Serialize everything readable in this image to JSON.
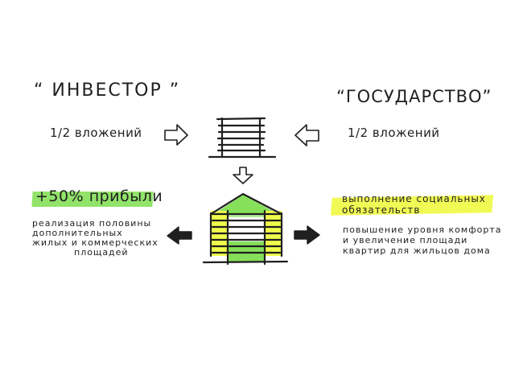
{
  "investor": {
    "title": "“ ИНВЕСТОР ”",
    "share": "1/2 вложений",
    "profit": "+50% прибыли",
    "description": [
      "реализация половины",
      "дополнительных",
      "жилых и коммерческих",
      "площадей"
    ]
  },
  "state": {
    "title": "“ГОСУДАРСТВО”",
    "share": "1/2 вложений",
    "obligation": [
      "выполнение социальных",
      "обязательств"
    ],
    "description": [
      "повышение уровня комфорта",
      "и увеличение площади",
      "квартир для жильцов дома"
    ]
  },
  "colors": {
    "green_accent": "#86e05a",
    "yellow_accent": "#f0fa4c",
    "ink": "#1f1f1f"
  },
  "icons": {
    "building_before": "building-icon",
    "building_after": "expanded-building-icon",
    "arrow_investor_in": "hollow-arrow-right-icon",
    "arrow_state_in": "hollow-arrow-left-icon",
    "arrow_down": "hollow-arrow-down-icon",
    "arrow_to_investor": "solid-arrow-left-icon",
    "arrow_to_state": "solid-arrow-right-icon"
  }
}
